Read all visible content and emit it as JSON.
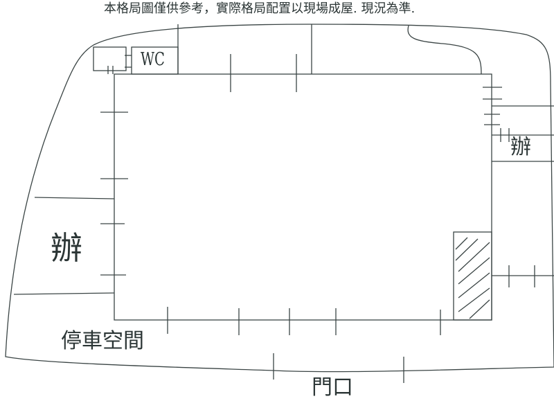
{
  "disclaimer": "本格局圖僅供參考，實際格局配置以現場成屋. 現況為準.",
  "rooms": {
    "wc": "WC",
    "office_left": "辦",
    "office_right": "辦"
  },
  "areas": {
    "parking": "停車空間",
    "entrance": "門口"
  }
}
